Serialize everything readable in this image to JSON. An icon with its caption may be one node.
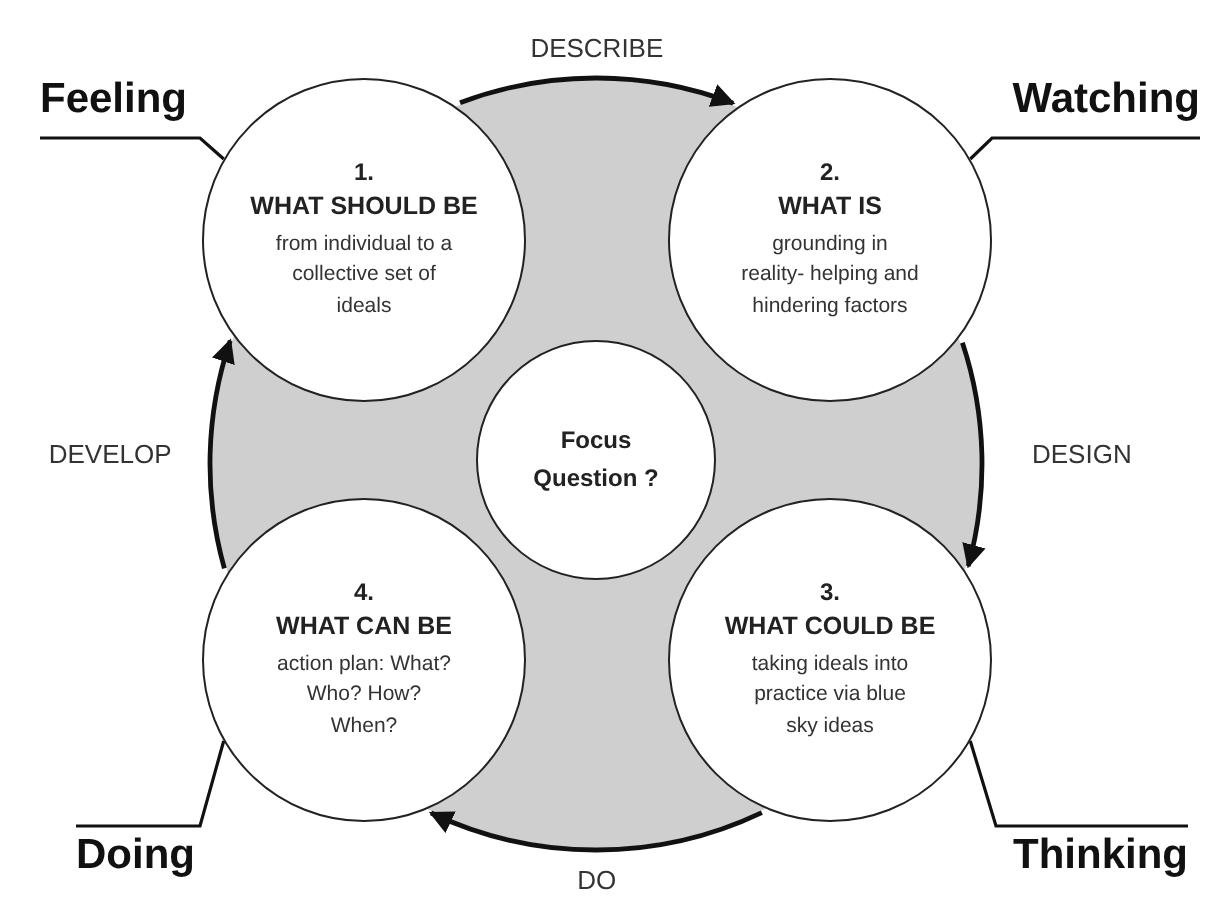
{
  "diagram": {
    "nodes": [
      {
        "text": [
          "1.",
          "WHAT SHOULD BE",
          "from individual to a collective set of ideals"
        ]
      },
      {
        "text": [
          "2.",
          "WHAT IS",
          "grounding in reality- helping and hindering factors"
        ]
      },
      {
        "text": [
          "3.",
          "WHAT COULD BE",
          "taking ideals into practice via blue sky ideas"
        ]
      },
      {
        "text": [
          "4.",
          "WHAT CAN BE",
          "action plan: What? Who? How? When?"
        ]
      },
      {
        "text": [
          "Focus Question ?"
        ]
      },
      {
        "text": [
          "Feeling"
        ]
      },
      {
        "text": [
          "Watching"
        ]
      },
      {
        "text": [
          "Thinking"
        ]
      },
      {
        "text": [
          "Doing"
        ]
      }
    ],
    "edges": [
      {
        "from": 0,
        "to": 1,
        "arrow": "to",
        "label": "DESCRIBE"
      },
      {
        "from": 1,
        "to": 2,
        "arrow": "to",
        "label": "DESIGN"
      },
      {
        "from": 2,
        "to": 3,
        "arrow": "to",
        "label": "DO"
      },
      {
        "from": 3,
        "to": 0,
        "arrow": "to",
        "label": "DEVELOP"
      },
      {
        "from": 5,
        "to": 0,
        "arrow": "none"
      },
      {
        "from": 6,
        "to": 1,
        "arrow": "none"
      },
      {
        "from": 7,
        "to": 2,
        "arrow": "none"
      },
      {
        "from": 8,
        "to": 3,
        "arrow": "none"
      }
    ]
  }
}
